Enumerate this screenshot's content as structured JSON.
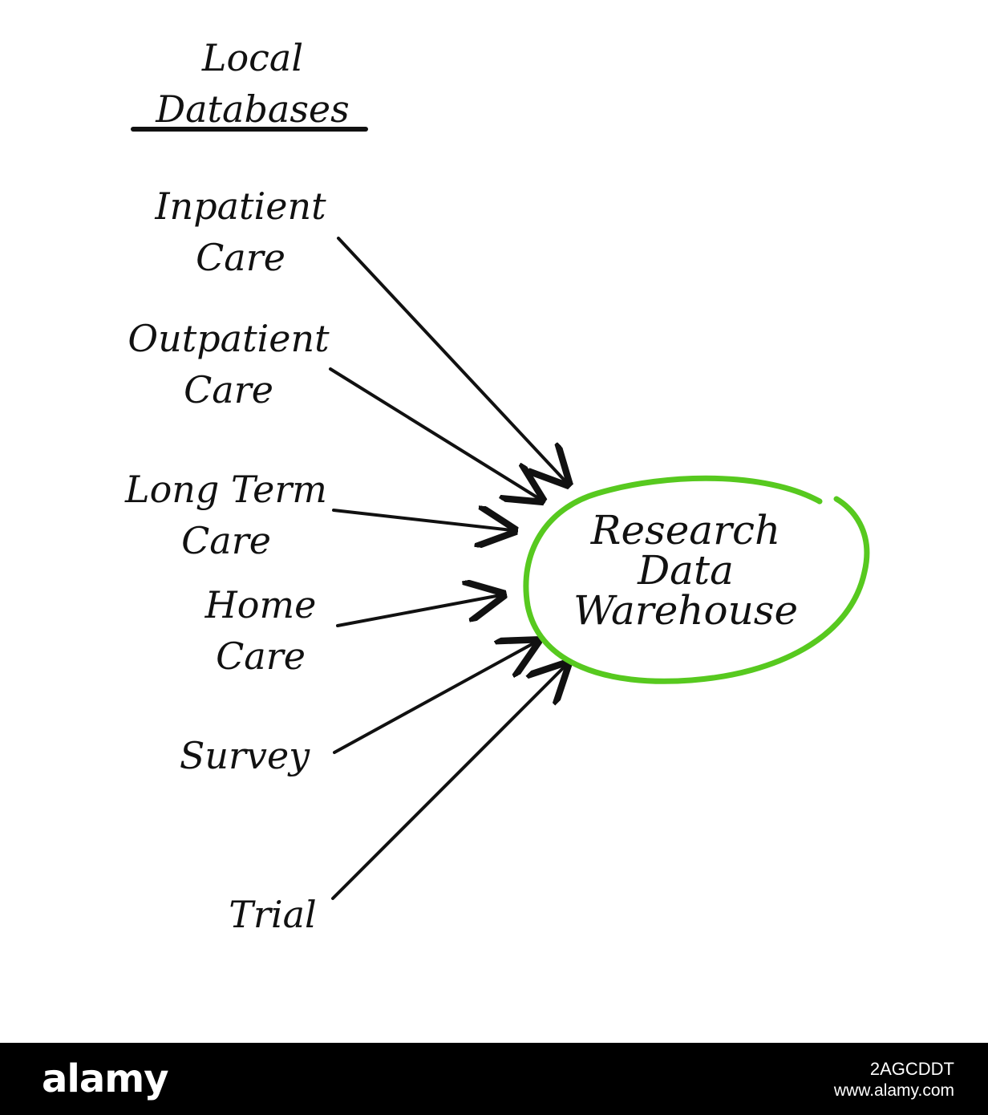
{
  "diagram": {
    "title_lines": [
      "Local",
      "Databases"
    ],
    "sources": [
      {
        "lines": [
          "Inpatient",
          "Care"
        ]
      },
      {
        "lines": [
          "Outpatient",
          "Care"
        ]
      },
      {
        "lines": [
          "Long Term",
          "Care"
        ]
      },
      {
        "lines": [
          "Home",
          "Care"
        ]
      },
      {
        "lines": [
          "Survey"
        ]
      },
      {
        "lines": [
          "Trial"
        ]
      }
    ],
    "center_lines": [
      "Research",
      "Data",
      "Warehouse"
    ],
    "colors": {
      "ink": "#111111",
      "ring": "#57c91f",
      "background": "#ffffff"
    }
  },
  "footer": {
    "logo": "alamy",
    "image_code": "2AGCDDT",
    "url": "www.alamy.com"
  }
}
